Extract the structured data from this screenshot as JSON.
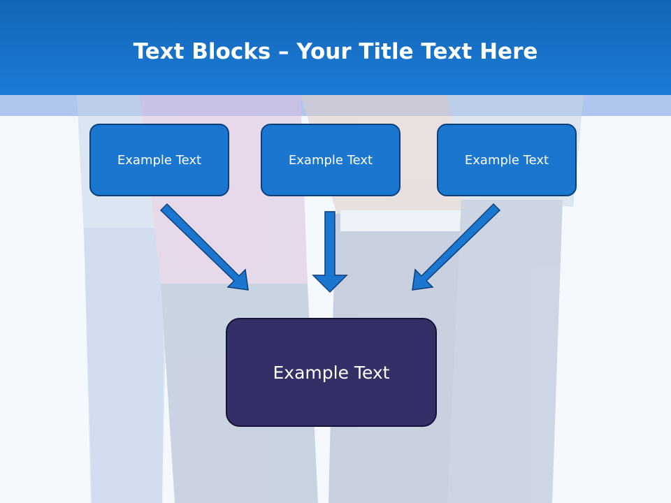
{
  "header": {
    "title_bold": "Text Blocks",
    "title_rest": " – Your Title Text Here"
  },
  "diagram": {
    "top_boxes": [
      {
        "label": "Example Text"
      },
      {
        "label": "Example Text"
      },
      {
        "label": "Example Text"
      }
    ],
    "bottom_box": {
      "label": "Example Text"
    }
  },
  "colors": {
    "header": "#1a7bd6",
    "top_box_fill": "#1a76cf",
    "bottom_box_fill": "#333068",
    "arrow_fill": "#1a76cf"
  }
}
